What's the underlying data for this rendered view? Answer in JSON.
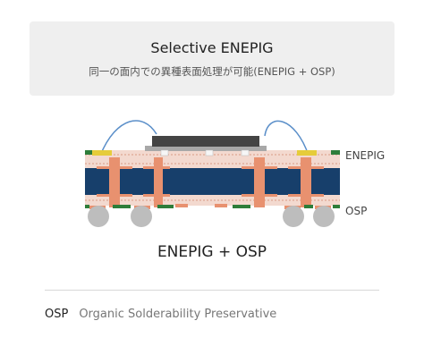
{
  "header": {
    "title": "Selective ENEPIG",
    "subtitle": "同一の面内での異種表面処理が可能(ENEPIG + OSP)"
  },
  "diagram": {
    "label_top": "ENEPIG",
    "label_bottom": "OSP",
    "colors": {
      "core": "#173f6b",
      "copper": "#e8916f",
      "prepreg": "#f3d9cf",
      "solder_mask": "#2e7d3a",
      "enepig_pad": "#e6cc3a",
      "chip": "#444444",
      "wire": "#5b8fc9",
      "ball": "#bdbdbd"
    }
  },
  "caption": "ENEPIG + OSP",
  "note": {
    "abbr": "OSP",
    "description": "Organic Solderability Preservative"
  }
}
